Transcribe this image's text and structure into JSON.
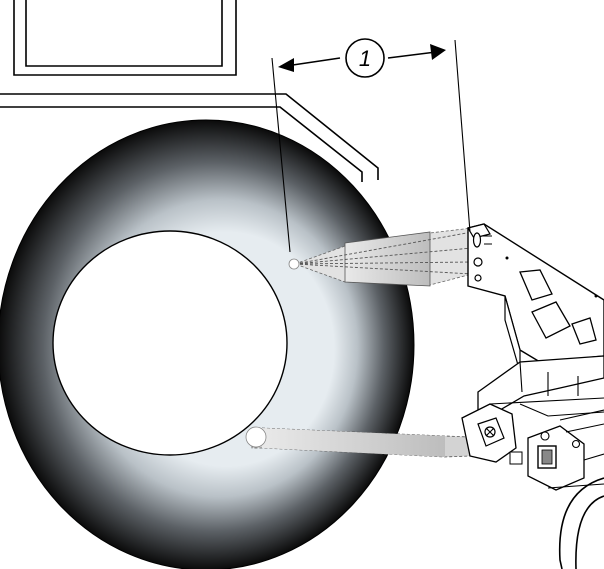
{
  "callout": {
    "number": "1"
  },
  "colors": {
    "tire_outer": "#0b0b0b",
    "tire_inner_glow": "#d6dee4",
    "hub": "#ffffff",
    "arm_gray": "#cfcfcf",
    "line": "#000000"
  },
  "icons": {
    "callout": "circled-number",
    "dimension": "double-headed-arrow"
  }
}
